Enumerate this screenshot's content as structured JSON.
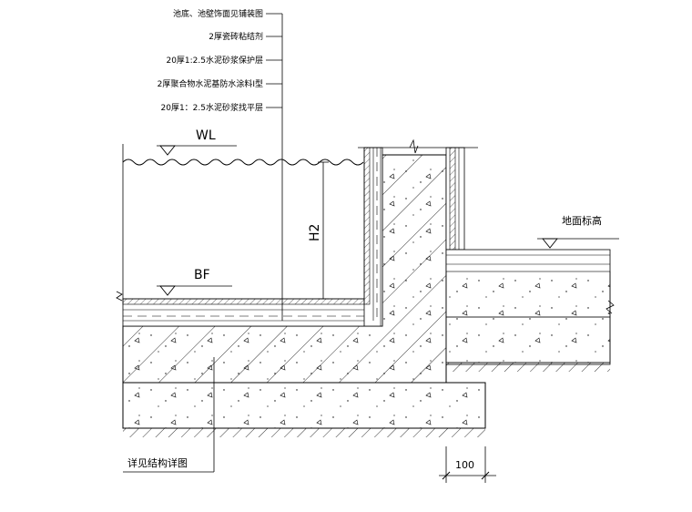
{
  "layers": [
    "池底、池壁饰面见铺装图",
    "2厚瓷砖粘结剂",
    "20厚1:2.5水泥砂浆保护层",
    "2厚聚合物水泥基防水涂料Ⅰ型",
    "20厚1：2.5水泥砂浆找平层"
  ],
  "markers": {
    "water_level": "WL",
    "bottom": "BF",
    "depth": "H2",
    "ground": "地面标高"
  },
  "notes": {
    "structure": "详见结构详图",
    "dimension": "100"
  }
}
